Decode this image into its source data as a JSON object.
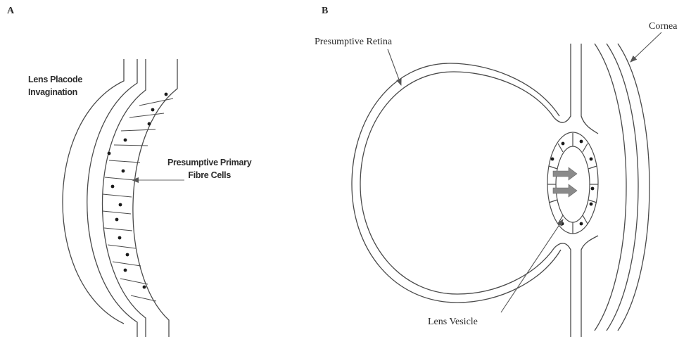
{
  "panels": {
    "a": {
      "letter": "A",
      "label_lens_placode_line1": "Lens Placode",
      "label_lens_placode_line2": "Invagination",
      "label_fibre_line1": "Presumptive Primary",
      "label_fibre_line2": "Fibre Cells"
    },
    "b": {
      "letter": "B",
      "label_retina": "Presumptive Retina",
      "label_cornea": "Cornea",
      "label_lens_vesicle": "Lens Vesicle"
    }
  },
  "colors": {
    "line": "#4a4a4a",
    "dot": "#1a1a1a",
    "arrow_fill": "#8a8a8a",
    "pointer": "#6a6a6a"
  }
}
